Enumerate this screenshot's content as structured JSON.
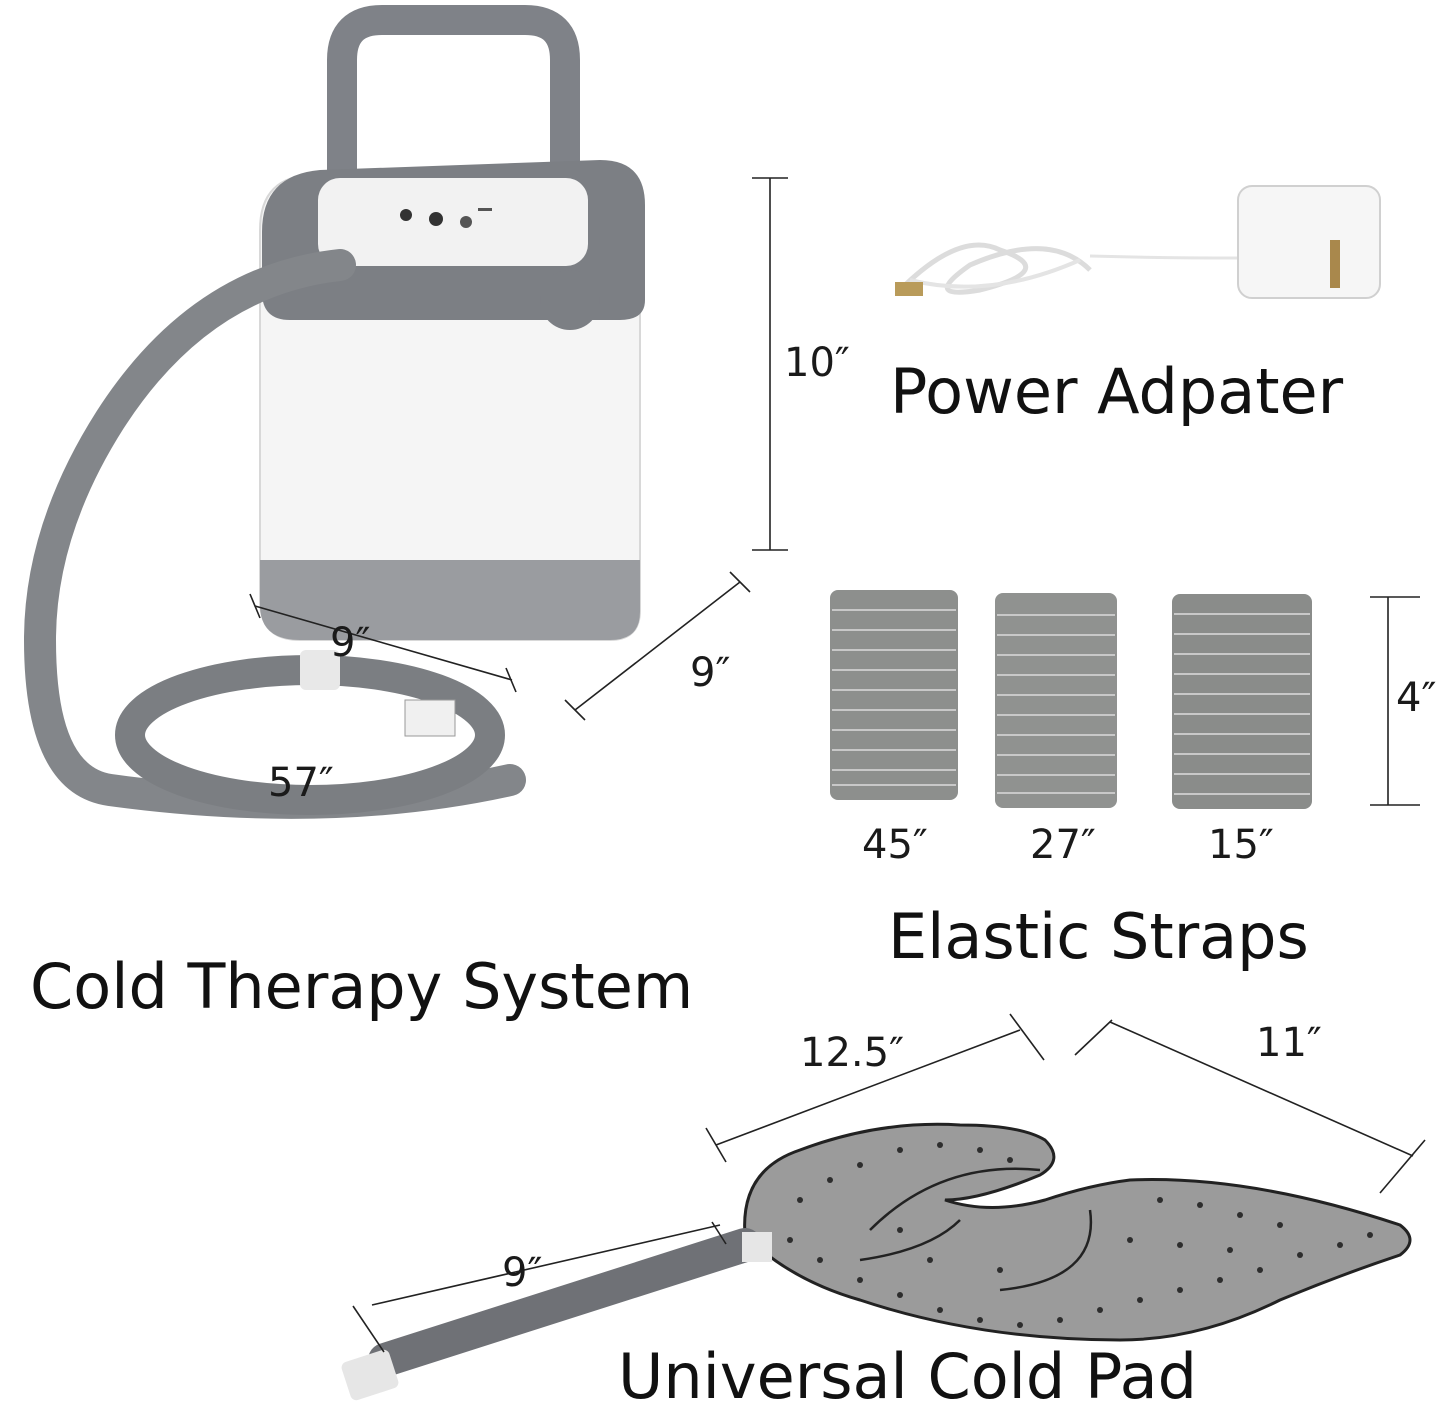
{
  "products": {
    "cold_therapy_system": {
      "title": "Cold Therapy System",
      "height_label": "10″",
      "width_label": "9″",
      "depth_label": "9″",
      "hose_length_label": "57″"
    },
    "power_adapter": {
      "title": "Power Adpater"
    },
    "elastic_straps": {
      "title": "Elastic Straps",
      "height_label": "4″",
      "lengths": [
        "45″",
        "27″",
        "15″"
      ]
    },
    "universal_cold_pad": {
      "title": "Universal Cold Pad",
      "length_label": "12.5″",
      "width_label": "11″",
      "tube_label": "9″"
    }
  },
  "colors": {
    "device_gray": "#7c7f84",
    "device_white": "#f4f4f4",
    "strap_gray": "#8f918f",
    "pad_gray": "#9a9a9a",
    "text": "#111111"
  }
}
